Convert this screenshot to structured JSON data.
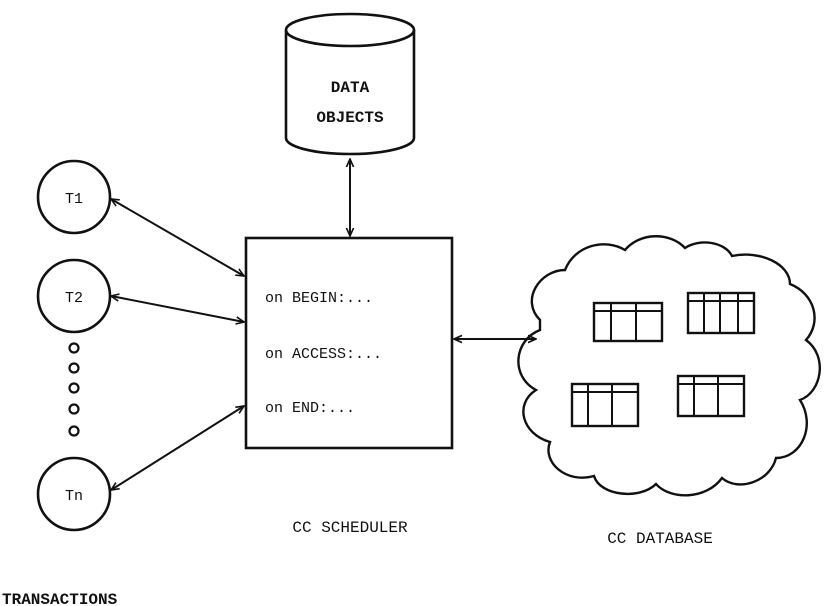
{
  "database_cylinder": {
    "line1": "DATA",
    "line2": "OBJECTS"
  },
  "transactions": [
    {
      "label": "T1"
    },
    {
      "label": "T2"
    },
    {
      "label": "Tn"
    }
  ],
  "transactions_caption": "TRANSACTIONS",
  "scheduler": {
    "handlers": [
      "on  BEGIN:...",
      "on  ACCESS:...",
      "on  END:..."
    ],
    "caption": "CC  SCHEDULER"
  },
  "cc_database": {
    "caption": "CC  DATABASE"
  }
}
